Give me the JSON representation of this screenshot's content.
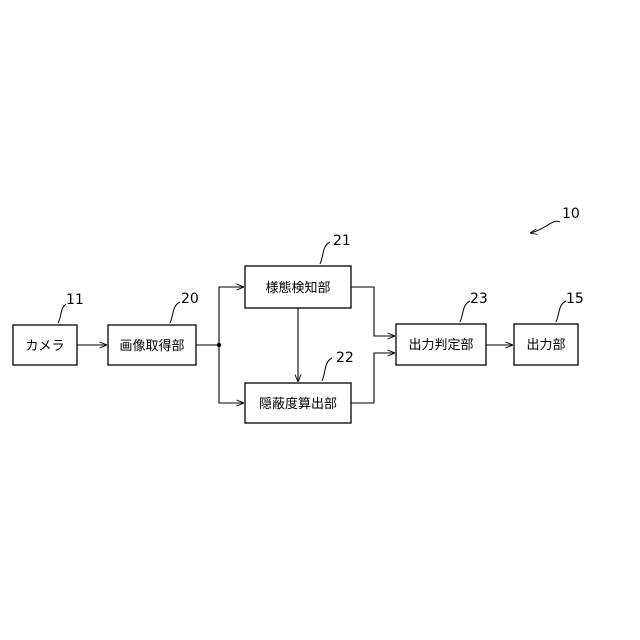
{
  "system_ref": "10",
  "blocks": {
    "camera": {
      "label": "カメラ",
      "ref": "11"
    },
    "image_acq": {
      "label": "画像取得部",
      "ref": "20"
    },
    "state_det": {
      "label": "様態検知部",
      "ref": "21"
    },
    "occlusion": {
      "label": "隠蔽度算出部",
      "ref": "22"
    },
    "output_judge": {
      "label": "出力判定部",
      "ref": "23"
    },
    "output": {
      "label": "出力部",
      "ref": "15"
    }
  }
}
